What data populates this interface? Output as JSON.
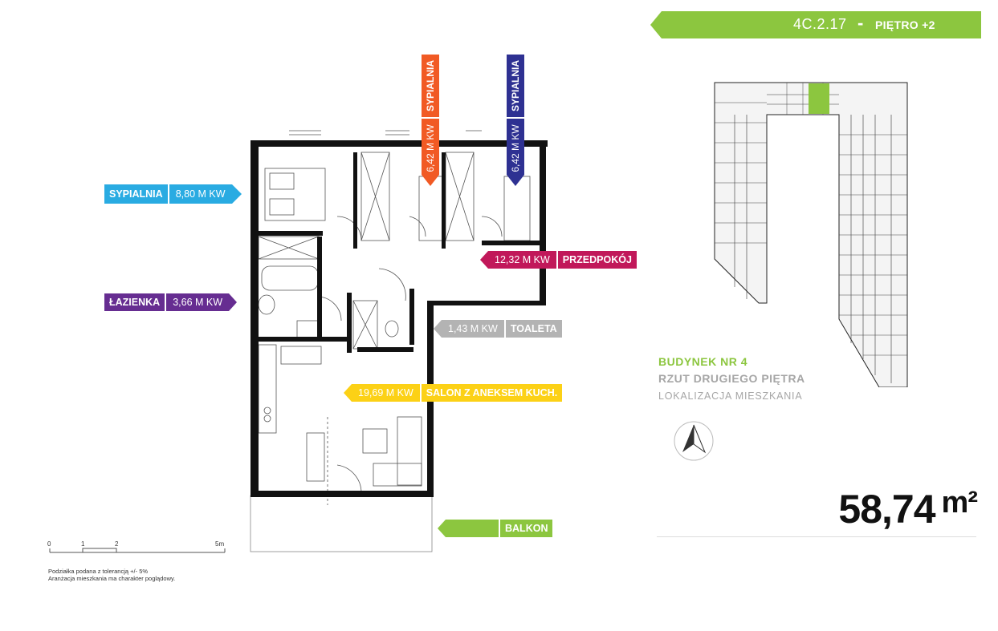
{
  "header": {
    "unit_code": "4C.2.17",
    "dash": "-",
    "floor": "PIĘTRO +2",
    "accent_color": "#8cc63f"
  },
  "rooms": [
    {
      "name": "SYPIALNIA",
      "area": "8,80 M KW",
      "color": "#29abe2"
    },
    {
      "name": "SYPIALNIA",
      "area": "6,42 M KW",
      "color": "#f15a24"
    },
    {
      "name": "SYPIALNIA",
      "area": "6,42 M KW",
      "color": "#2e3192"
    },
    {
      "name": "PRZEDPOKÓJ",
      "area": "12,32 M KW",
      "color": "#c1185a"
    },
    {
      "name": "ŁAZIENKA",
      "area": "3,66 M KW",
      "color": "#662d91"
    },
    {
      "name": "TOALETA",
      "area": "1,43 M KW",
      "color": "#b3b3b3"
    },
    {
      "name": "SALON Z ANEKSEM KUCH.",
      "area": "19,69 M KW",
      "color": "#fcd116"
    },
    {
      "name": "BALKON",
      "area": "",
      "color": "#8cc63f"
    }
  ],
  "building": {
    "title": "BUDYNEK NR 4",
    "subtitle": "RZUT DRUGIEGO PIĘTRA",
    "location": "LOKALIZACJA MIESZKANIA"
  },
  "total_area": {
    "value": "58,74",
    "unit": "m²"
  },
  "scale": {
    "labels": [
      "0",
      "1",
      "2",
      "5m"
    ]
  },
  "notes": {
    "line1": "Podziałka podana z tolerancją +/- 5%",
    "line2": "Aranżacja mieszkania ma charakter poglądowy."
  },
  "icons": {
    "compass": "north-arrow-icon"
  }
}
